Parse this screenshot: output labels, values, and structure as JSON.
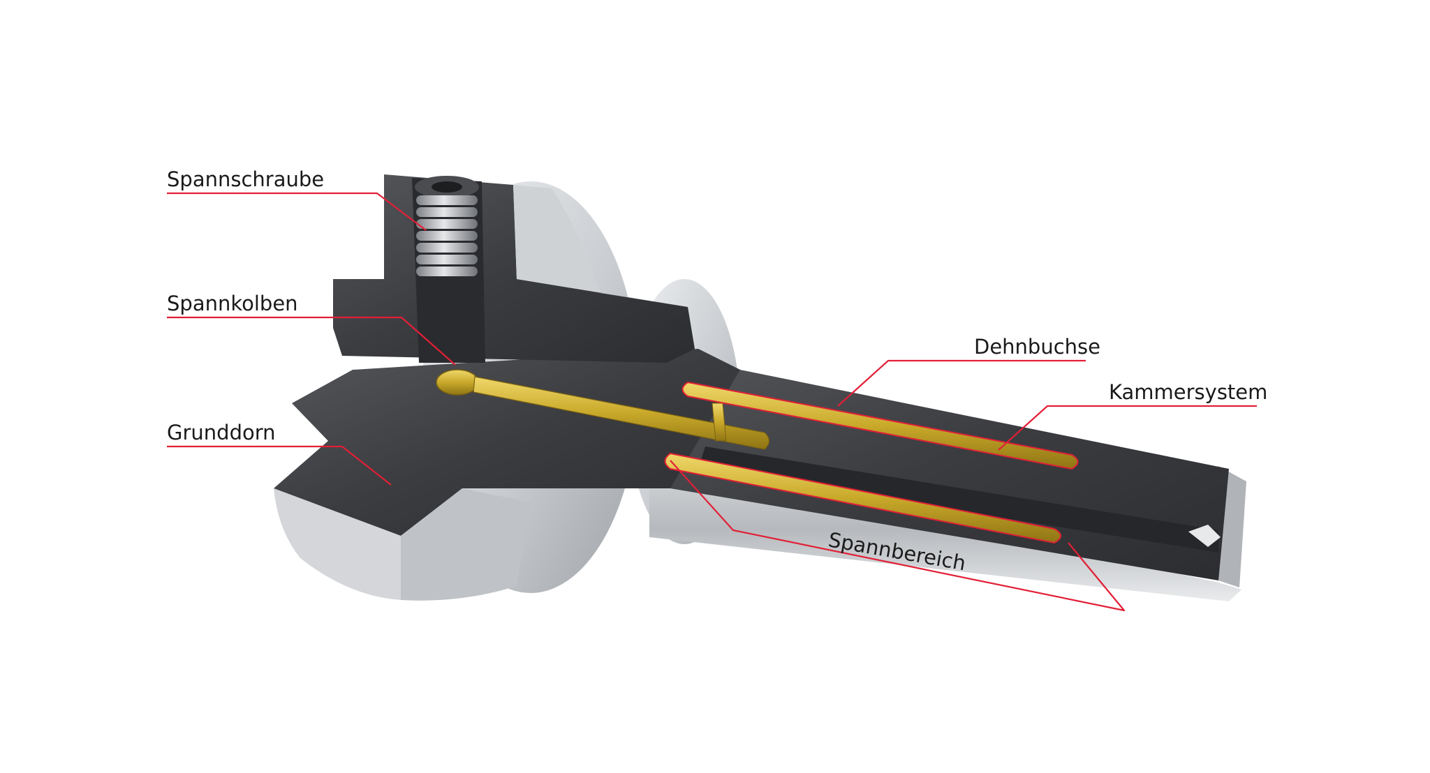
{
  "colors": {
    "leader": "#e21f36",
    "label_text": "#1a1a1a",
    "steel_dark": "#3a3b3e",
    "steel_light": "#c8cacd",
    "chamber": "#c8a82a"
  },
  "labels": {
    "spannschraube": "Spannschraube",
    "spannkolben": "Spannkolben",
    "grunddorn": "Grunddorn",
    "dehnbuchse": "Dehnbuchse",
    "kammersystem": "Kammersystem",
    "spannbereich": "Spannbereich"
  }
}
